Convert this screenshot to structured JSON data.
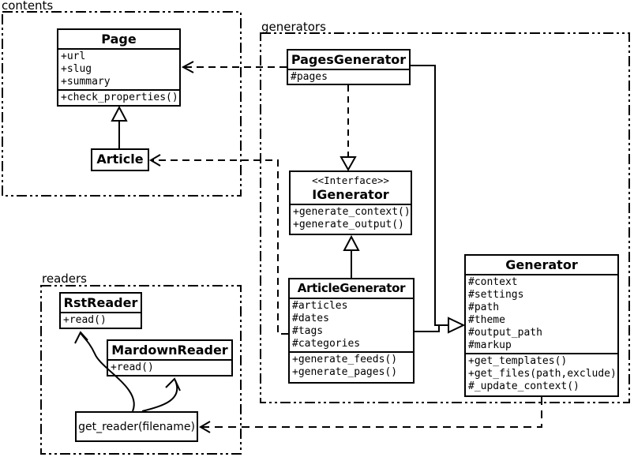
{
  "diagram": {
    "packages": {
      "contents": {
        "label": "contents"
      },
      "generators": {
        "label": "generators"
      },
      "readers": {
        "label": "readers"
      }
    },
    "classes": {
      "page": {
        "title": "Page",
        "attributes": [
          "+url",
          "+slug",
          "+summary"
        ],
        "methods": [
          "+check_properties()"
        ]
      },
      "article": {
        "title": "Article"
      },
      "pages_generator": {
        "title": "PagesGenerator",
        "attributes": [
          "#pages"
        ]
      },
      "igenerator": {
        "stereotype": "<<Interface>>",
        "title": "IGenerator",
        "methods": [
          "+generate_context()",
          "+generate_output()"
        ]
      },
      "article_generator": {
        "title": "ArticleGenerator",
        "attributes": [
          "#articles",
          "#dates",
          "#tags",
          "#categories"
        ],
        "methods": [
          "+generate_feeds()",
          "+generate_pages()"
        ]
      },
      "generator": {
        "title": "Generator",
        "attributes": [
          "#context",
          "#settings",
          "#path",
          "#theme",
          "#output_path",
          "#markup"
        ],
        "methods": [
          "+get_templates()",
          "+get_files(path,exclude)",
          "#_update_context()"
        ]
      },
      "rst_reader": {
        "title": "RstReader",
        "methods": [
          "+read()"
        ]
      },
      "mardown_reader": {
        "title": "MardownReader",
        "methods": [
          "+read()"
        ]
      },
      "get_reader": {
        "title": "get_reader(filename)"
      }
    },
    "edges": [
      {
        "from": "Article",
        "to": "Page",
        "type": "generalization"
      },
      {
        "from": "PagesGenerator",
        "to": "IGenerator",
        "type": "realization"
      },
      {
        "from": "ArticleGenerator",
        "to": "IGenerator",
        "type": "generalization"
      },
      {
        "from": "PagesGenerator",
        "to": "Generator",
        "type": "generalization"
      },
      {
        "from": "ArticleGenerator",
        "to": "Generator",
        "type": "generalization"
      },
      {
        "from": "PagesGenerator",
        "to": "Page",
        "type": "dependency"
      },
      {
        "from": "ArticleGenerator",
        "to": "Article",
        "type": "dependency"
      },
      {
        "from": "Generator",
        "to": "get_reader(filename)",
        "type": "dependency"
      },
      {
        "from": "get_reader(filename)",
        "to": "RstReader",
        "type": "arrow"
      },
      {
        "from": "get_reader(filename)",
        "to": "MardownReader",
        "type": "arrow"
      }
    ]
  }
}
